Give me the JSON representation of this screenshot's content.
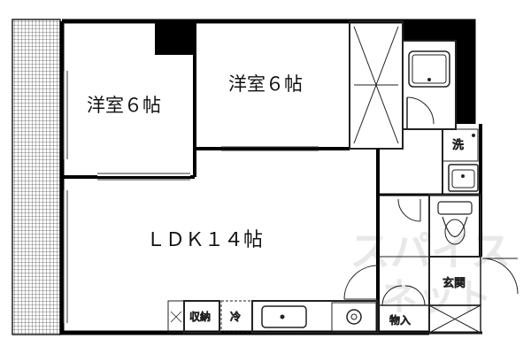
{
  "rooms": {
    "western_room_left": "洋室６帖",
    "western_room_right": "洋室６帖",
    "ldk": "ＬＤＫ１４帖"
  },
  "fixtures": {
    "washer": "洗",
    "storage": "収納",
    "fridge": "冷",
    "entrance": "玄関",
    "closet": "物入"
  },
  "watermark": {
    "line1": "スパイス",
    "line2": "ネット"
  },
  "colors": {
    "wall": "#000000",
    "line": "#222222",
    "balcony_grid": "#555555",
    "watermark": "#e6e6e6"
  }
}
